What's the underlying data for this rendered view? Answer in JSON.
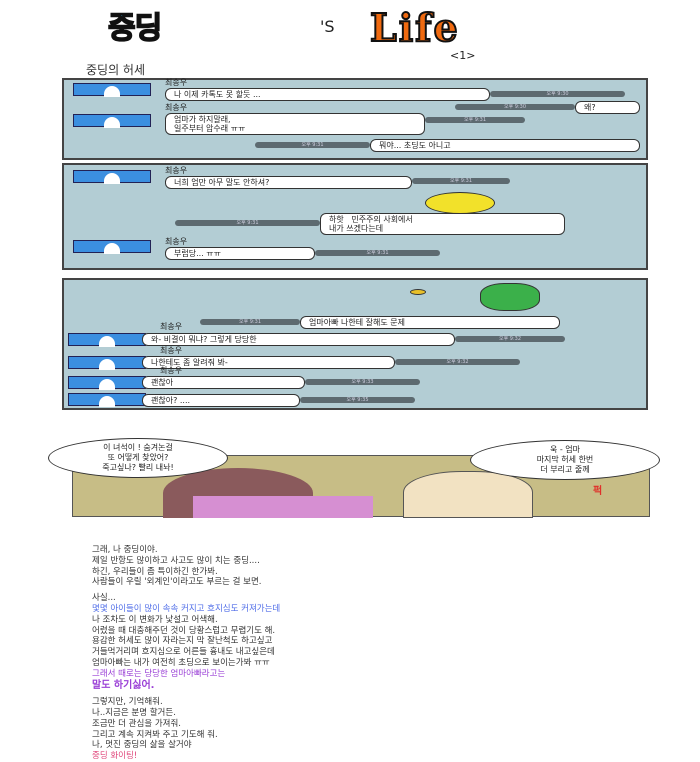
{
  "title": {
    "part1": "중딩",
    "part2": "'S",
    "part3": "Life",
    "episode": "<1>"
  },
  "heading": "중딩의 허세",
  "panel1": [
    {
      "side": "left",
      "name": "최송우",
      "text": "나 이제 카톡도 못 할듯 ...",
      "time": "오후 9:30"
    },
    {
      "side": "right",
      "text": "왜?",
      "time": "오후 9:30"
    },
    {
      "side": "left",
      "name": "최송우",
      "text": "엄마가 하지말래,\n일주부터 압수래 ㅠㅠ",
      "time": "오후 9:31"
    },
    {
      "side": "right",
      "text": "뭐야... 초딩도 아니고",
      "time": "오후 9:31"
    }
  ],
  "panel2": [
    {
      "side": "left",
      "name": "최송우",
      "text": "너희 엄만 아무 말도 안하셔?",
      "time": "오후 9:31"
    },
    {
      "side": "right",
      "text": "하핫   민주주의 사회에서\n내가 쓰겠다는데",
      "time": "오후 9:31"
    },
    {
      "side": "left",
      "name": "최송우",
      "text": "부럽당... ㅠㅠ",
      "time": "오후 9:31"
    }
  ],
  "panel3": [
    {
      "side": "right",
      "text": "엄마아빠 나한테 잘해도 문제",
      "time": "오후 9:31"
    },
    {
      "side": "left",
      "name": "최송우",
      "text": "와- 비결이 뭐냐? 그렇게 당당한",
      "time": "오후 9:32"
    },
    {
      "side": "left",
      "name": "최송우",
      "text": "나한테도 좀 알려줘 봐-",
      "time": "오후 9:32"
    },
    {
      "side": "left",
      "name": "최송우",
      "text": "괜찮아",
      "time": "오후 9:33"
    },
    {
      "side": "left",
      "text": "괜찮아? ....",
      "time": "오후 9:35"
    }
  ],
  "comic": {
    "mom": "이 녀석이 ! 숨겨논걸\n또 어떻게 찾았어?\n죽고싶나? 빨리 내놔!",
    "son": "욱 - 엄마\n마지막 허세 한번\n더 부리고 줄께",
    "sfx": "퍽"
  },
  "body": [
    {
      "text": "그래, 나 중딩이야.",
      "c": ""
    },
    {
      "text": "제일 반항도 많이하고 사고도 많이 치는 중딩....",
      "c": ""
    },
    {
      "text": "하긴, 우리들이 좀 특이하긴 한가봐.",
      "c": ""
    },
    {
      "text": "사람들이 우릴 '외계인'이라고도 부르는 걸 보면.",
      "c": "",
      "hl": "외계인"
    },
    {
      "text": "",
      "c": ""
    },
    {
      "text": "사실...",
      "c": ""
    },
    {
      "text": "몇몇 아이들이 많이 속속 커지고 흐지심도 커져가는데",
      "c": "blue"
    },
    {
      "text": "나 조차도 이 변화가 낯설고 어색해.",
      "c": ""
    },
    {
      "text": "어렸을 때 대충해주던 것이 당황스럽고 무렵기도 해.",
      "c": ""
    },
    {
      "text": "용감한 허세도 많이 자라는지 막 잘난척도 하고싶고",
      "c": ""
    },
    {
      "text": "거들먹거리며 흐지심으로 어른들 흉내도 내고싶은데",
      "c": ""
    },
    {
      "text": "엄마아빠는 내가 여전히 초딩으로 보이는가봐 ㅠㅠ",
      "c": ""
    },
    {
      "text": "그래서 때로는 당당한 엄마아빠라고는",
      "c": "purple"
    },
    {
      "text": "말도 하기싫어.",
      "c": "purple"
    },
    {
      "text": "",
      "c": ""
    },
    {
      "text": "그렇지만, 기억해줘.",
      "c": ""
    },
    {
      "text": "나..지금은 분명 할거든.",
      "c": ""
    },
    {
      "text": "조금만 더 관심을 가져줘.",
      "c": ""
    },
    {
      "text": "그리고 계속 지켜봐 주고 기도해 줘.",
      "c": ""
    },
    {
      "text": "나, 멋진 중딩의 삶을 살거야",
      "c": ""
    },
    {
      "text": "중딩 화이팅!",
      "c": "pink"
    }
  ],
  "colors": {
    "panel": "#b3cdd4",
    "avatar": "#3b8fe0",
    "logo_blue": "#2ab3e8",
    "logo_orange": "#f06a10"
  }
}
